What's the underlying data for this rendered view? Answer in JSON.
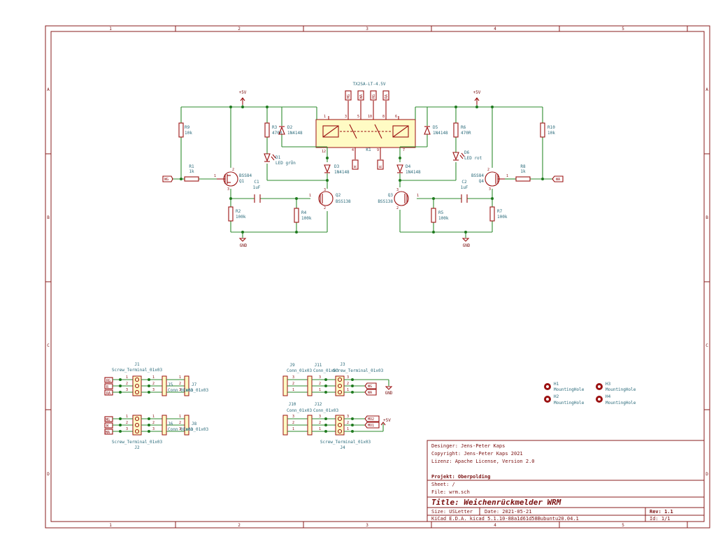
{
  "frame": {
    "columns": [
      "1",
      "2",
      "3",
      "4",
      "5"
    ],
    "rows": [
      "A",
      "B",
      "C",
      "D"
    ]
  },
  "relay": {
    "ref": "K1",
    "value": "TX2SA-LT-4.5V",
    "top_pins": [
      "3",
      "5",
      "10",
      "8",
      "6"
    ],
    "bottom_pins": [
      "4",
      "9",
      "7"
    ],
    "left_pins": [
      "1",
      "12"
    ],
    "top_labels": [
      "MG",
      "WA",
      "RG",
      "RA"
    ],
    "bottom_labels": [
      "M",
      "R"
    ]
  },
  "power": {
    "vcc": "+5V",
    "gnd": "GND"
  },
  "left": {
    "r9": {
      "ref": "R9",
      "val": "10k"
    },
    "r3": {
      "ref": "R3",
      "val": "470R"
    },
    "d2": {
      "ref": "D2",
      "val": "1N4148"
    },
    "d1": {
      "ref": "D1",
      "val": "LED grÜn"
    },
    "d3": {
      "ref": "D3",
      "val": "1N4148"
    },
    "r1": {
      "ref": "R1",
      "val": "1k"
    },
    "q1": {
      "ref": "Q1",
      "val": "BSS84"
    },
    "c1": {
      "ref": "C1",
      "val": "1uF"
    },
    "q2": {
      "ref": "Q2",
      "val": "BSS138"
    },
    "r2": {
      "ref": "R2",
      "val": "100k"
    },
    "r4": {
      "ref": "R4",
      "val": "100k"
    },
    "net": "WG"
  },
  "right": {
    "r10": {
      "ref": "R10",
      "val": "10k"
    },
    "r6": {
      "ref": "R6",
      "val": "470R"
    },
    "d5": {
      "ref": "D5",
      "val": "1N4148"
    },
    "d6": {
      "ref": "D6",
      "val": "LED rot"
    },
    "d4": {
      "ref": "D4",
      "val": "1N4148"
    },
    "r8": {
      "ref": "R8",
      "val": "1k"
    },
    "q4": {
      "ref": "Q4",
      "val": "BSS84"
    },
    "c2": {
      "ref": "C2",
      "val": "1uF"
    },
    "q3": {
      "ref": "Q3",
      "val": "BSS138"
    },
    "r5": {
      "ref": "R5",
      "val": "100k"
    },
    "r7": {
      "ref": "R7",
      "val": "100k"
    },
    "net": "WA"
  },
  "connectors": {
    "j1": {
      "ref": "J1",
      "val": "Screw_Terminal_01x03"
    },
    "j2": {
      "ref": "J2",
      "val": "Screw_Terminal_01x03"
    },
    "j3": {
      "ref": "J3",
      "val": "Screw_Terminal_01x03"
    },
    "j4": {
      "ref": "J4",
      "val": "Screw_Terminal_01x03"
    },
    "j5": {
      "ref": "J5",
      "val": "Conn_01x03"
    },
    "j6": {
      "ref": "J6",
      "val": "Conn_01x03"
    },
    "j7": {
      "ref": "J7",
      "val": "Conn_01x03"
    },
    "j8": {
      "ref": "J8",
      "val": "Conn_01x03"
    },
    "j9": {
      "ref": "J9",
      "val": "Conn_01x03"
    },
    "j10": {
      "ref": "J10",
      "val": "Conn_01x03"
    },
    "j11": {
      "ref": "J11",
      "val": "Conn_01x03"
    },
    "j12": {
      "ref": "J12",
      "val": "Conn_01x03"
    },
    "group1_labels": [
      "RG",
      "R",
      "RA"
    ],
    "group2_labels": [
      "MG",
      "M",
      "MA"
    ],
    "group3_labels": [
      "WG",
      "WA"
    ],
    "group4_labels": [
      "MO2",
      "MO1"
    ]
  },
  "mounting": [
    {
      "ref": "H1",
      "val": "MountingHole"
    },
    {
      "ref": "H2",
      "val": "MountingHole"
    },
    {
      "ref": "H3",
      "val": "MountingHole"
    },
    {
      "ref": "H4",
      "val": "MountingHole"
    }
  ],
  "title_block": {
    "designer": "Desinger: Jens-Peter Kaps",
    "copyright": "Copyright: Jens-Peter Kaps 2021",
    "license": "Lizenz: Apache License, Version 2.0",
    "project": "Projekt: Oberpolding",
    "sheet": "Sheet: /",
    "file": "File: wrm.sch",
    "title": "Title: Weichenrückmelder WRM",
    "size": "Size: USLetter",
    "date": "Date: 2021-05-21",
    "rev": "Rev: 1.1",
    "kicad": "KiCad E.D.A.  kicad 5.1.10-88a1d61d58Bubuntu20.04.1",
    "id": "Id: 1/1"
  }
}
